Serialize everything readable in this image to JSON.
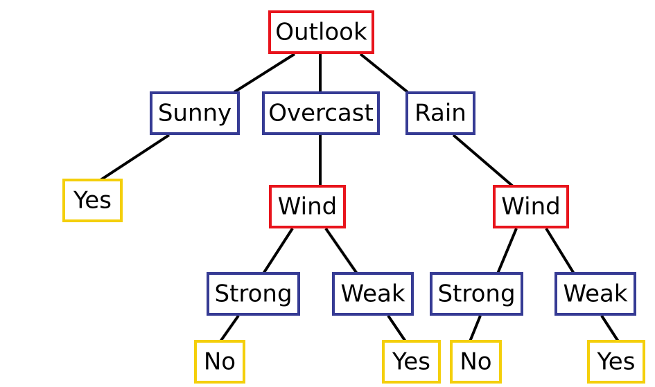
{
  "colors": {
    "attribute": "#e8141c",
    "value": "#363b94",
    "leaf": "#f4cf0b",
    "edge": "#000000",
    "background": "#ffffff"
  },
  "nodes": {
    "outlook": {
      "label": "Outlook",
      "kind": "attribute"
    },
    "sunny": {
      "label": "Sunny",
      "kind": "value"
    },
    "overcast": {
      "label": "Overcast",
      "kind": "value"
    },
    "rain": {
      "label": "Rain",
      "kind": "value"
    },
    "yes_sunny": {
      "label": "Yes",
      "kind": "leaf"
    },
    "wind_overcast": {
      "label": "Wind",
      "kind": "attribute"
    },
    "wind_rain": {
      "label": "Wind",
      "kind": "attribute"
    },
    "strong_overcast": {
      "label": "Strong",
      "kind": "value"
    },
    "weak_overcast": {
      "label": "Weak",
      "kind": "value"
    },
    "strong_rain": {
      "label": "Strong",
      "kind": "value"
    },
    "weak_rain": {
      "label": "Weak",
      "kind": "value"
    },
    "no_overcast": {
      "label": "No",
      "kind": "leaf"
    },
    "yes_overcast": {
      "label": "Yes",
      "kind": "leaf"
    },
    "no_rain": {
      "label": "No",
      "kind": "leaf"
    },
    "yes_rain": {
      "label": "Yes",
      "kind": "leaf"
    }
  }
}
